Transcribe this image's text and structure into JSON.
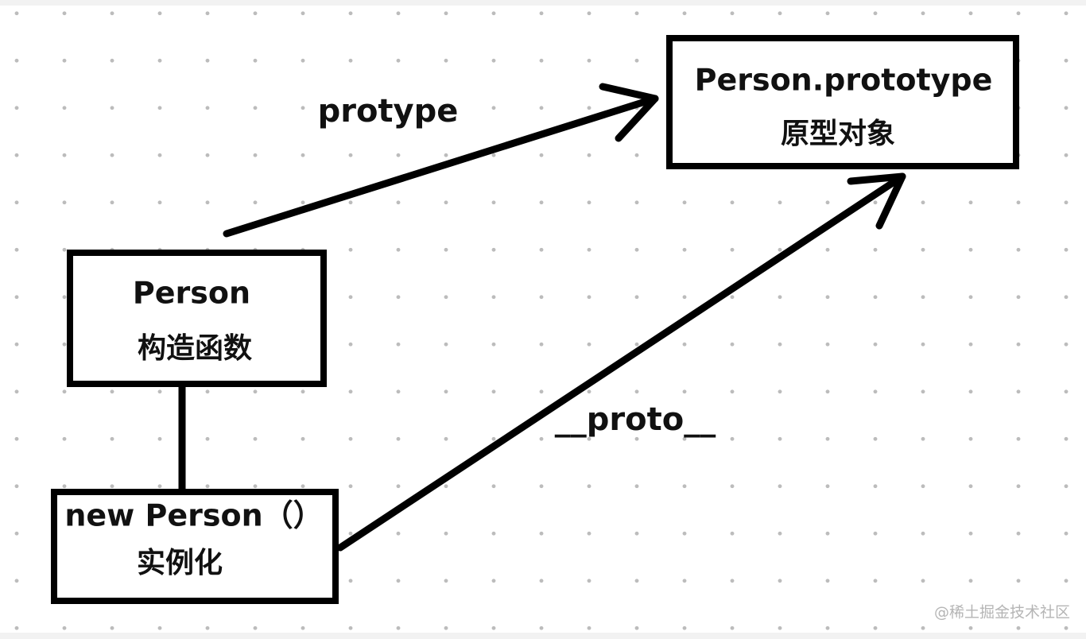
{
  "nodes": {
    "prototype_object": {
      "line1": "Person.prototype",
      "line2": "原型对象"
    },
    "constructor": {
      "line1": "Person",
      "line2": "构造函数"
    },
    "instance": {
      "line1": "new Person（）",
      "line2": "实例化"
    }
  },
  "edges": {
    "prototype_link": {
      "label": "protype"
    },
    "proto_link": {
      "label": "__proto__"
    }
  },
  "watermark": "@稀土掘金技术社区",
  "colors": {
    "stroke": "#000000",
    "text": "#111111",
    "dot": "#bcbcbc",
    "background": "#ffffff"
  }
}
